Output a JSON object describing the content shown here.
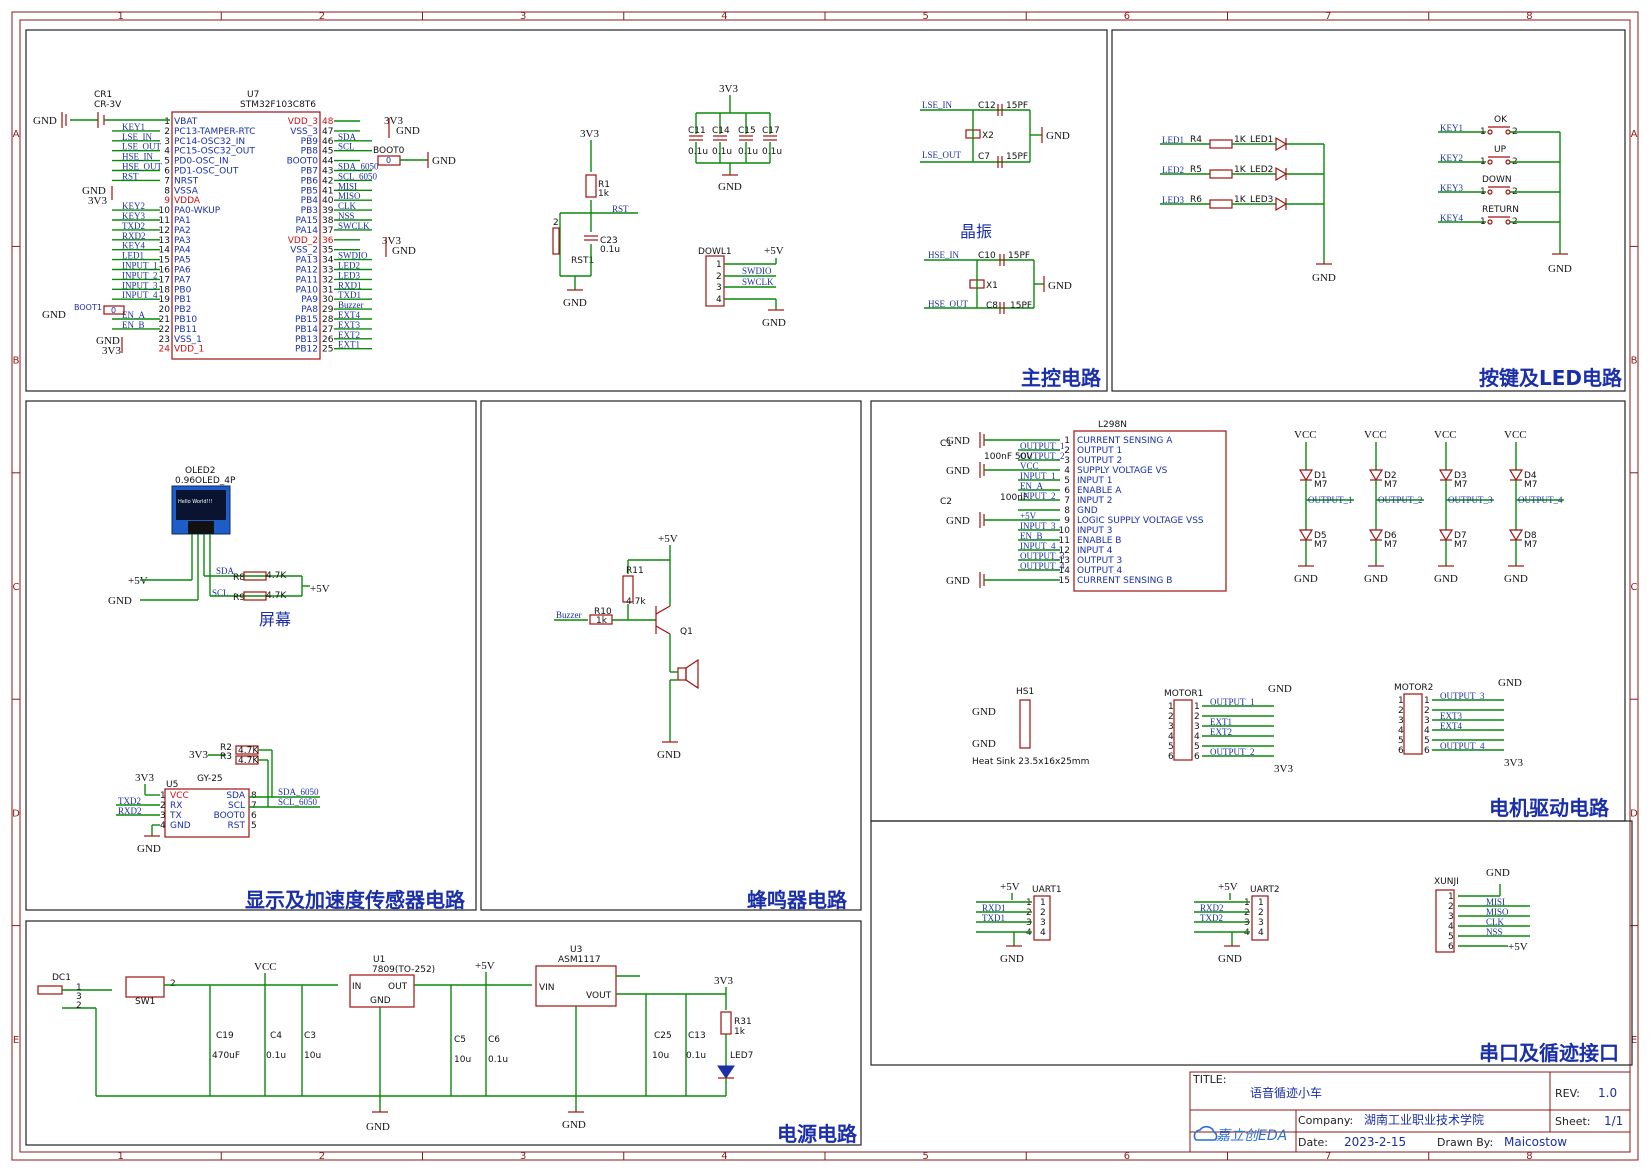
{
  "sections": {
    "main": "主控电路",
    "keys_led": "按键及LED电路",
    "display": "显示及加速度传感器电路",
    "buzzer": "蜂鸣器电路",
    "motor": "电机驱动电路",
    "power": "电源电路",
    "serial": "串口及循迹接口"
  },
  "grid": {
    "cols": [
      "1",
      "2",
      "3",
      "4",
      "5",
      "6",
      "7",
      "8"
    ],
    "rows": [
      "A",
      "B",
      "C",
      "D",
      "E"
    ]
  },
  "title_block": {
    "title_label": "TITLE:",
    "title_value": "语音循迹小车",
    "rev_label": "REV:",
    "rev_value": "1.0",
    "company_label": "Company:",
    "company_value": "湖南工业职业技术学院",
    "sheet_label": "Sheet:",
    "sheet_value": "1/1",
    "date_label": "Date:",
    "date_value": "2023-2-15",
    "drawn_label": "Drawn By:",
    "drawn_value": "Maicostow",
    "logo": "嘉立创EDA"
  },
  "mcu": {
    "ref": "U7",
    "part": "STM32F103C8T6",
    "left_pins": [
      {
        "num": "1",
        "name": "VBAT",
        "net": ""
      },
      {
        "num": "2",
        "name": "PC13-TAMPER-RTC",
        "net": "KEY1"
      },
      {
        "num": "3",
        "name": "PC14-OSC32_IN",
        "net": "LSE_IN"
      },
      {
        "num": "4",
        "name": "PC15-OSC32_OUT",
        "net": "LSE_OUT"
      },
      {
        "num": "5",
        "name": "PD0-OSC_IN",
        "net": "HSE_IN"
      },
      {
        "num": "6",
        "name": "PD1-OSC_OUT",
        "net": "HSE_OUT"
      },
      {
        "num": "7",
        "name": "NRST",
        "net": "RST"
      },
      {
        "num": "8",
        "name": "VSSA",
        "net": ""
      },
      {
        "num": "9",
        "name": "VDDA",
        "net": ""
      },
      {
        "num": "10",
        "name": "PA0-WKUP",
        "net": "KEY2"
      },
      {
        "num": "11",
        "name": "PA1",
        "net": "KEY3"
      },
      {
        "num": "12",
        "name": "PA2",
        "net": "TXD2"
      },
      {
        "num": "13",
        "name": "PA3",
        "net": "RXD2"
      },
      {
        "num": "14",
        "name": "PA4",
        "net": "KEY4"
      },
      {
        "num": "15",
        "name": "PA5",
        "net": "LED1"
      },
      {
        "num": "16",
        "name": "PA6",
        "net": "INPUT_1"
      },
      {
        "num": "17",
        "name": "PA7",
        "net": "INPUT_2"
      },
      {
        "num": "18",
        "name": "PB0",
        "net": "INPUT_3"
      },
      {
        "num": "19",
        "name": "PB1",
        "net": "INPUT_4"
      },
      {
        "num": "20",
        "name": "PB2",
        "net": ""
      },
      {
        "num": "21",
        "name": "PB10",
        "net": "EN_A"
      },
      {
        "num": "22",
        "name": "PB11",
        "net": "EN_B"
      },
      {
        "num": "23",
        "name": "VSS_1",
        "net": ""
      },
      {
        "num": "24",
        "name": "VDD_1",
        "net": ""
      }
    ],
    "right_pins": [
      {
        "num": "48",
        "name": "VDD_3",
        "net": ""
      },
      {
        "num": "47",
        "name": "VSS_3",
        "net": ""
      },
      {
        "num": "46",
        "name": "PB9",
        "net": "SDA"
      },
      {
        "num": "45",
        "name": "PB8",
        "net": "SCL"
      },
      {
        "num": "44",
        "name": "BOOT0",
        "net": ""
      },
      {
        "num": "43",
        "name": "PB7",
        "net": "SDA_6050"
      },
      {
        "num": "42",
        "name": "PB6",
        "net": "SCL_6050"
      },
      {
        "num": "41",
        "name": "PB5",
        "net": "MISI"
      },
      {
        "num": "40",
        "name": "PB4",
        "net": "MISO"
      },
      {
        "num": "39",
        "name": "PB3",
        "net": "CLK"
      },
      {
        "num": "38",
        "name": "PA15",
        "net": "NSS"
      },
      {
        "num": "37",
        "name": "PA14",
        "net": "SWCLK"
      },
      {
        "num": "36",
        "name": "VDD_2",
        "net": ""
      },
      {
        "num": "35",
        "name": "VSS_2",
        "net": ""
      },
      {
        "num": "34",
        "name": "PA13",
        "net": "SWDIO"
      },
      {
        "num": "33",
        "name": "PA12",
        "net": "LED2"
      },
      {
        "num": "32",
        "name": "PA11",
        "net": "LED3"
      },
      {
        "num": "31",
        "name": "PA10",
        "net": "RXD1"
      },
      {
        "num": "30",
        "name": "PA9",
        "net": "TXD1"
      },
      {
        "num": "29",
        "name": "PA8",
        "net": "Buzzer"
      },
      {
        "num": "28",
        "name": "PB15",
        "net": "EXT4"
      },
      {
        "num": "27",
        "name": "PB14",
        "net": "EXT3"
      },
      {
        "num": "26",
        "name": "PB13",
        "net": "EXT2"
      },
      {
        "num": "25",
        "name": "PB12",
        "net": "EXT1"
      }
    ]
  },
  "main_labels": {
    "cr1": "CR1",
    "cr1_val": "CR-3V",
    "gnd": "GND",
    "v33": "3V3",
    "v5": "+5V",
    "vcc": "VCC",
    "boot0": "BOOT0",
    "boot1": "BOOT1",
    "zero": "0",
    "r1": "R1",
    "r1v": "1k",
    "c23": "C23",
    "c23v": "0.1u",
    "rst": "RST",
    "rst1": "RST1",
    "caps": [
      "C11",
      "C14",
      "C15",
      "C17"
    ],
    "capv": "0.1u",
    "dowl1": "DOWL1",
    "swdio": "SWDIO",
    "swclk": "SWCLK",
    "lse_in": "LSE_IN",
    "lse_out": "LSE_OUT",
    "hse_in": "HSE_IN",
    "hse_out": "HSE_OUT",
    "c12": "C12",
    "c7": "C7",
    "c10": "C10",
    "c8": "C8",
    "pf15": "15PF",
    "x1": "X1",
    "x2": "X2",
    "crystal": "晶振",
    "pin1": "1",
    "pin2": "2",
    "pin3": "3",
    "pin4": "4"
  },
  "keys": {
    "leds": [
      {
        "net": "LED1",
        "r": "R4",
        "rv": "1K",
        "d": "LED1"
      },
      {
        "net": "LED2",
        "r": "R5",
        "rv": "1K",
        "d": "LED2"
      },
      {
        "net": "LED3",
        "r": "R6",
        "rv": "1K",
        "d": "LED3"
      }
    ],
    "buttons": [
      {
        "net": "KEY1",
        "name": "OK"
      },
      {
        "net": "KEY2",
        "name": "UP"
      },
      {
        "net": "KEY3",
        "name": "DOWN"
      },
      {
        "net": "KEY4",
        "name": "RETURN"
      }
    ]
  },
  "display": {
    "oled_ref": "OLED2",
    "oled_part": "0.96OLED_4P",
    "oled_text": "Hello World!!!",
    "screen": "屏幕",
    "r8": "R8",
    "r9": "R9",
    "r47": "4.7K",
    "sda": "SDA",
    "scl": "SCL",
    "gy_ref": "U5",
    "gy_part": "GY-25",
    "r2": "R2",
    "r3": "R3",
    "r47b": "4.7K",
    "gy_pins": [
      "VCC",
      "RX",
      "TX",
      "GND"
    ],
    "gy_rpins": [
      "SDA",
      "SCL",
      "BOOT0",
      "RST"
    ],
    "txd2": "TXD2",
    "rxd2": "RXD2",
    "sda6050": "SDA_6050",
    "scl6050": "SCL_6050"
  },
  "buzzer": {
    "r11": "R11",
    "r11v": "4.7k",
    "r10": "R10",
    "r10v": "1k",
    "net": "Buzzer",
    "q1": "Q1"
  },
  "motor": {
    "ic_ref": "L298N",
    "ic_pins": [
      "CURRENT SENSING A",
      "OUTPUT 1",
      "OUTPUT 2",
      "SUPPLY VOLTAGE VS",
      "INPUT 1",
      "ENABLE A",
      "INPUT 2",
      "GND",
      "LOGIC SUPPLY VOLTAGE VSS",
      "INPUT 3",
      "ENABLE B",
      "INPUT 4",
      "OUTPUT 3",
      "OUTPUT 4",
      "CURRENT SENSING B"
    ],
    "ic_nets": [
      "",
      "OUTPUT_1",
      "OUTPUT_2",
      "VCC",
      "INPUT_1",
      "EN_A",
      "INPUT_2",
      "",
      "+5V",
      "INPUT_3",
      "EN_B",
      "INPUT_4",
      "OUTPUT_3",
      "OUTPUT_4",
      ""
    ],
    "c1": "C1",
    "c1v": "100nF 50V",
    "c2": "C2",
    "c2v": "100nF",
    "diodes_top": [
      "D1",
      "D2",
      "D3",
      "D4"
    ],
    "diodes_bot": [
      "D5",
      "D6",
      "D7",
      "D8"
    ],
    "m7": "M7",
    "outputs": [
      "OUTPUT_1",
      "OUTPUT_2",
      "OUTPUT_3",
      "OUTPUT_4"
    ],
    "hs1": "HS1",
    "hs1v": "Heat Sink 23.5x16x25mm",
    "motor1": "MOTOR1",
    "motor2": "MOTOR2",
    "m1nets": [
      "OUTPUT_1",
      "",
      "EXT1",
      "EXT2",
      "",
      "OUTPUT_2"
    ],
    "m2nets": [
      "OUTPUT_3",
      "",
      "EXT3",
      "EXT4",
      "",
      "OUTPUT_4"
    ]
  },
  "serial": {
    "uart1": "UART1",
    "uart2": "UART2",
    "xunji": "XUNJI",
    "rxd1": "RXD1",
    "txd1": "TXD1",
    "rxd2": "RXD2",
    "txd2": "TXD2",
    "xnets": [
      "MISI",
      "MISO",
      "CLK",
      "NSS"
    ]
  },
  "power": {
    "dc1": "DC1",
    "sw1": "SW1",
    "c19": "C19",
    "c19v": "470uF",
    "c4": "C4",
    "c4v": "0.1u",
    "c3": "C3",
    "c3v": "10u",
    "u1": "U1",
    "u1p": "7809(TO-252)",
    "in": "IN",
    "out": "OUT",
    "gndp": "GND",
    "c5": "C5",
    "c5v": "10u",
    "c6": "C6",
    "c6v": "0.1u",
    "u3": "U3",
    "u3p": "ASM1117",
    "vin": "VIN",
    "vout": "VOUT",
    "c25": "C25",
    "c25v": "10u",
    "c13": "C13",
    "c13v": "0.1u",
    "r31": "R31",
    "r31v": "1k",
    "led7": "LED7"
  }
}
